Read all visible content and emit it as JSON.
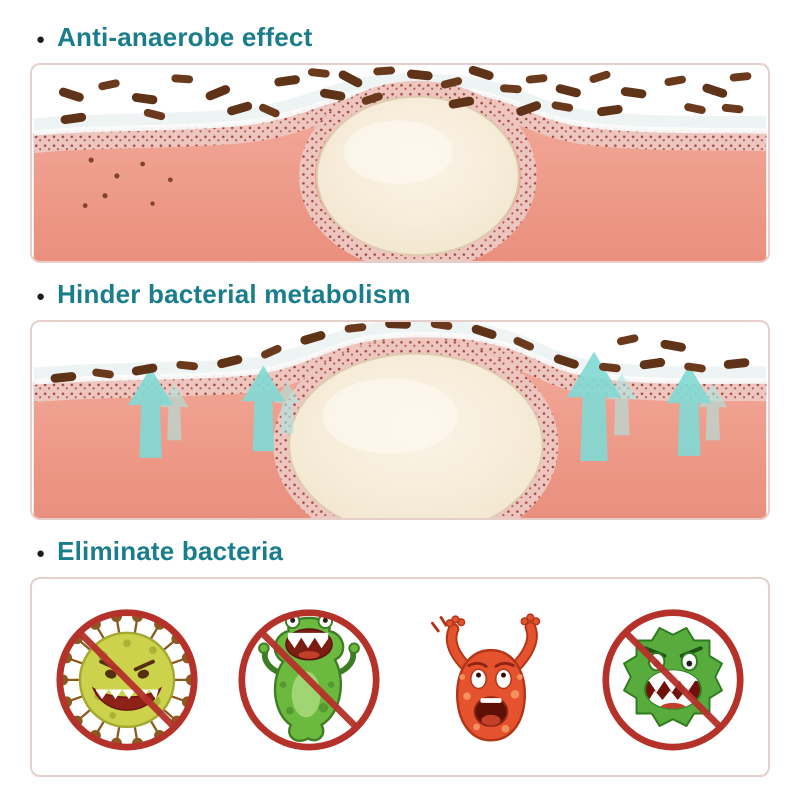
{
  "bullet": "●",
  "sections": [
    {
      "id": "anti-anaerobe",
      "title": "Anti-anaerobe effect"
    },
    {
      "id": "hinder-metabolism",
      "title": "Hinder bacterial metabolism"
    },
    {
      "id": "eliminate-bacteria",
      "title": "Eliminate bacteria"
    }
  ],
  "colors": {
    "heading": "#1a7d8c",
    "bullet": "#1c1c1c",
    "panel_border": "#e6cfca",
    "tissue": "#f3ab9b",
    "tissue_dark": "#ec9583",
    "stipple_bg": "#edc6bf",
    "stipple_dot": "#a0463f",
    "bacteria": "#5f3318",
    "abscess": "#f6ecd9",
    "arrow": "#82d9d4",
    "prohibition": "#b5322a",
    "germ_yellow": "#cdd24d",
    "germ_green": "#6cb93f",
    "germ_red": "#e4532e",
    "germ_dark_green": "#58ac3d"
  }
}
